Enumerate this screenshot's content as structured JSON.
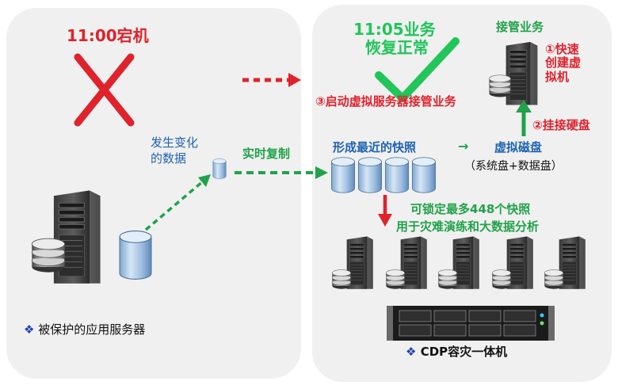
{
  "left": {
    "outage_time": "11:00宕机",
    "changed_data": [
      "发生变化",
      "的数据"
    ],
    "server_label": "被保护的应用服务器",
    "bullet": "❖"
  },
  "center": {
    "replication_label": "实时复制"
  },
  "right": {
    "recovery_time": [
      "11:05业务",
      "恢复正常"
    ],
    "takeover_title": "接管业务",
    "fast_create": [
      "①快速",
      "创建虚",
      "拟机"
    ],
    "start_vm": "③启动虚拟服务器接管业务",
    "mount_disk": "②挂接硬盘",
    "snapshot_label": "形成最近的快照",
    "arrow_glyph": "→",
    "virtual_disk": "虚拟磁盘",
    "disk_types": "（系统盘+数据盘）",
    "lock_snapshots": "可锁定最多448个快照",
    "usage": "用于灾难演练和大数据分析",
    "appliance_label": "CDP容灾一体机",
    "bullet": "❖"
  },
  "colors": {
    "red": "#e0222c",
    "green": "#21a24a",
    "blue": "#1f63b4",
    "panel": "#f0f0f0"
  }
}
